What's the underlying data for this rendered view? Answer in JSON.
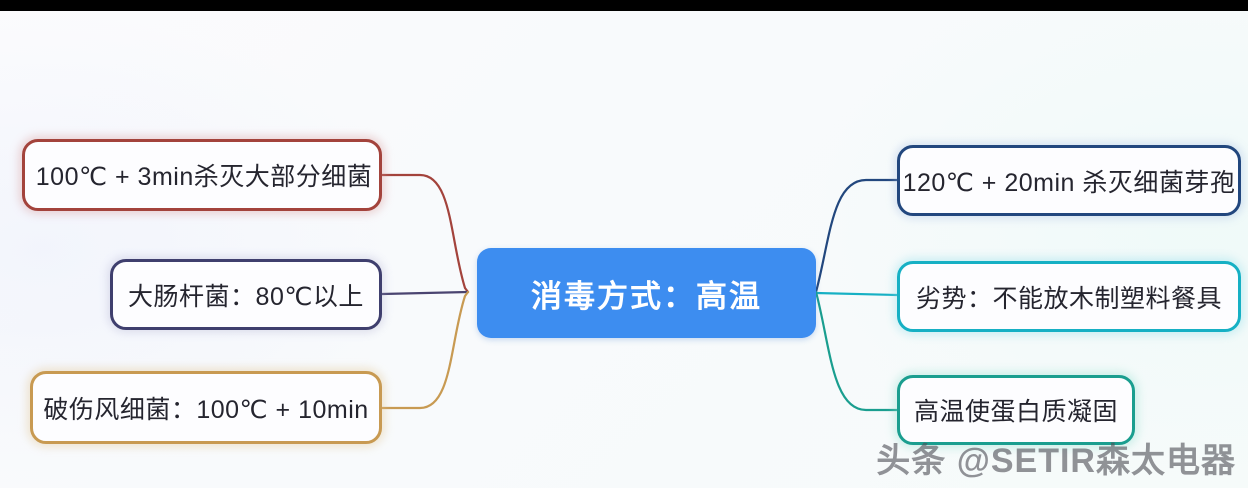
{
  "diagram": {
    "type": "mind-map",
    "title": "消毒方式：高温",
    "center": {
      "label": "消毒方式：高温",
      "fill_color": "#3d8df0",
      "text_color": "#ffffff"
    },
    "left_branches": [
      {
        "id": "left-1",
        "label": "100℃ + 3min杀灭大部分细菌",
        "border_color": "#a3433c",
        "glow_color": "#d69696"
      },
      {
        "id": "left-2",
        "label": "大肠杆菌：80℃以上",
        "border_color": "#3f3f6e",
        "glow_color": "#aaaacd"
      },
      {
        "id": "left-3",
        "label": "破伤风细菌：100℃ + 10min",
        "border_color": "#c89a52",
        "glow_color": "#e2c38c"
      }
    ],
    "right_branches": [
      {
        "id": "right-1",
        "label": "120℃ + 20min 杀灭细菌芽孢",
        "border_color": "#22477e",
        "glow_color": "#a0b9e1"
      },
      {
        "id": "right-2",
        "label": "劣势：不能放木制塑料餐具",
        "border_color": "#16b0c4",
        "glow_color": "#96e1eb"
      },
      {
        "id": "right-3",
        "label": "高温使蛋白质凝固",
        "border_color": "#1a9e8f",
        "glow_color": "#96e1d2"
      }
    ]
  },
  "watermark": {
    "text": "头条 @SETIR森太电器"
  },
  "background": {
    "page_color": "#fbfbfd",
    "top_bar_color": "#000000"
  }
}
